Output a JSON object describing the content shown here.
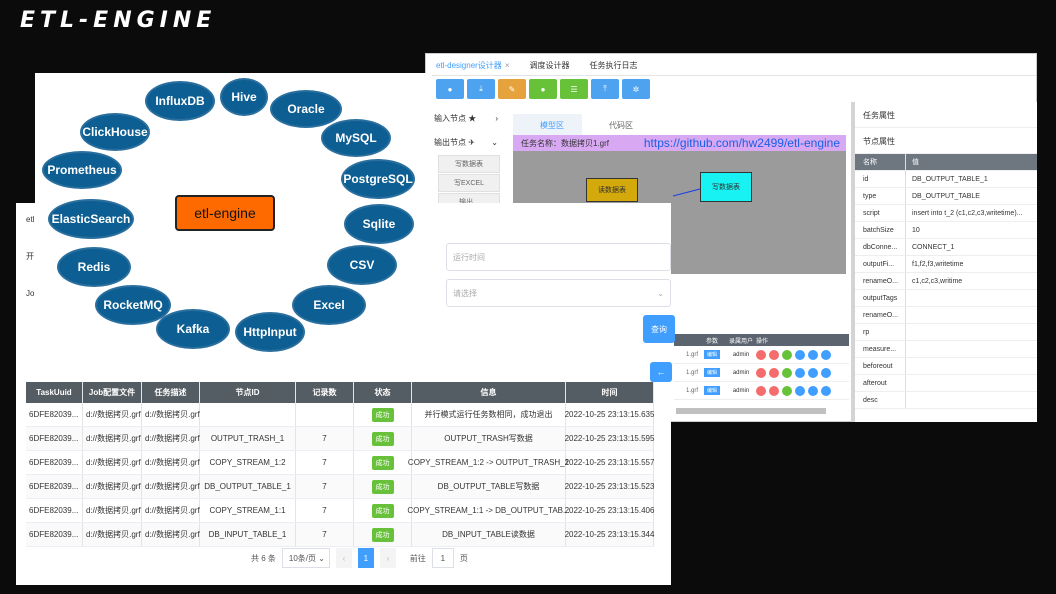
{
  "title": "ETL-ENGINE",
  "designer": {
    "tabs": [
      "etl-designer设计器",
      "调度设计器",
      "任务执行日志"
    ],
    "tab_close": "×",
    "toolbar": [
      {
        "icon": "circle-icon",
        "color": "#4da3f0",
        "glyph": "●"
      },
      {
        "icon": "download-icon",
        "color": "#4da3f0",
        "glyph": "⤓"
      },
      {
        "icon": "edit-icon",
        "color": "#e6a23c",
        "glyph": "✎"
      },
      {
        "icon": "run-icon",
        "color": "#67c23a",
        "glyph": "●"
      },
      {
        "icon": "list-icon",
        "color": "#67c23a",
        "glyph": "☰"
      },
      {
        "icon": "upload-icon",
        "color": "#4da3f0",
        "glyph": "⤒"
      },
      {
        "icon": "settings-icon",
        "color": "#4da3f0",
        "glyph": "✲"
      }
    ],
    "left_menu": [
      {
        "label": "输入节点 ★",
        "arrow": "›"
      },
      {
        "label": "输出节点 ✈",
        "arrow": "⌄"
      }
    ],
    "left_sub": [
      "写数据表",
      "写EXCEL",
      "输出..."
    ],
    "canvas_tabs": [
      "模型区",
      "代码区"
    ],
    "task_name": "任务名称：数据拷贝1.grf",
    "url": "https://github.com/hw2499/etl-engine",
    "node_read": "读数据表",
    "node_write": "写数据表",
    "props_title": "任务属性",
    "node_props_title": "节点属性",
    "props_head": [
      "名称",
      "值"
    ],
    "props": [
      {
        "k": "id",
        "v": "DB_OUTPUT_TABLE_1"
      },
      {
        "k": "type",
        "v": "DB_OUTPUT_TABLE"
      },
      {
        "k": "script",
        "v": "insert into t_2 (c1,c2,c3,writetime)..."
      },
      {
        "k": "batchSize",
        "v": "10"
      },
      {
        "k": "dbConne...",
        "v": "CONNECT_1"
      },
      {
        "k": "outputFi...",
        "v": "f1,f2,f3,writetime"
      },
      {
        "k": "renameO...",
        "v": "c1,c2,c3,writime"
      },
      {
        "k": "outputTags",
        "v": ""
      },
      {
        "k": "renameO...",
        "v": ""
      },
      {
        "k": "rp",
        "v": ""
      },
      {
        "k": "measure...",
        "v": ""
      },
      {
        "k": "beforeout",
        "v": ""
      },
      {
        "k": "afterout",
        "v": ""
      },
      {
        "k": "desc",
        "v": ""
      }
    ],
    "mini_head": [
      "",
      "参数",
      "录属用户",
      "操作"
    ],
    "mini_rows": [
      {
        "f": "1.grf",
        "btn": "编辑",
        "user": "admin"
      },
      {
        "f": "1.grf",
        "btn": "编辑",
        "user": "admin"
      },
      {
        "f": "1.grf",
        "btn": "编辑",
        "user": "admin"
      }
    ],
    "op_colors": [
      "#f56c6c",
      "#f56c6c",
      "#67c23a",
      "#409eff",
      "#409eff",
      "#409eff"
    ]
  },
  "logs": {
    "stub": [
      "etl",
      "开",
      "Jo"
    ],
    "time_placeholder": "运行时间",
    "select_placeholder": "请选择",
    "query": "查询",
    "up": "←",
    "headers": [
      "TaskUuid",
      "Job配置文件",
      "任务描述",
      "节点ID",
      "记录数",
      "状态",
      "信息",
      "时间"
    ],
    "rows": [
      [
        "6DFE82039...",
        "d://数据拷贝.grf",
        "d://数据拷贝.grf",
        "",
        "",
        "成功",
        "并行模式运行任务数相同，成功退出",
        "2022-10-25 23:13:15.635"
      ],
      [
        "6DFE82039...",
        "d://数据拷贝.grf",
        "d://数据拷贝.grf",
        "OUTPUT_TRASH_1",
        "7",
        "成功",
        "OUTPUT_TRASH写数据",
        "2022-10-25 23:13:15.595"
      ],
      [
        "6DFE82039...",
        "d://数据拷贝.grf",
        "d://数据拷贝.grf",
        "COPY_STREAM_1:2",
        "7",
        "成功",
        "COPY_STREAM_1:2 -> OUTPUT_TRASH_1",
        "2022-10-25 23:13:15.557"
      ],
      [
        "6DFE82039...",
        "d://数据拷贝.grf",
        "d://数据拷贝.grf",
        "DB_OUTPUT_TABLE_1",
        "7",
        "成功",
        "DB_OUTPUT_TABLE写数据",
        "2022-10-25 23:13:15.523"
      ],
      [
        "6DFE82039...",
        "d://数据拷贝.grf",
        "d://数据拷贝.grf",
        "COPY_STREAM_1:1",
        "7",
        "成功",
        "COPY_STREAM_1:1 -> DB_OUTPUT_TAB...",
        "2022-10-25 23:13:15.406"
      ],
      [
        "6DFE82039...",
        "d://数据拷贝.grf",
        "d://数据拷贝.grf",
        "DB_INPUT_TABLE_1",
        "7",
        "成功",
        "DB_INPUT_TABLE读数据",
        "2022-10-25 23:13:15.344"
      ]
    ],
    "pager": {
      "total": "共 6 条",
      "size": "10条/页",
      "prev": "‹",
      "page": "1",
      "next": "›",
      "goto": "前往",
      "goto_val": "1",
      "unit": "页"
    }
  },
  "bubbles": {
    "center": "etl-engine",
    "items": [
      "InfluxDB",
      "Hive",
      "Oracle",
      "ClickHouse",
      "MySQL",
      "Prometheus",
      "PostgreSQL",
      "ElasticSearch",
      "Sqlite",
      "Redis",
      "CSV",
      "RocketMQ",
      "Excel",
      "Kafka",
      "HttpInput"
    ]
  }
}
